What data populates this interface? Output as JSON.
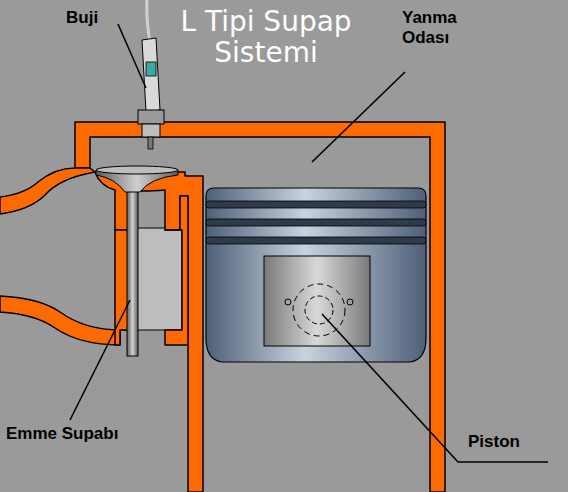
{
  "diagram": {
    "title": "L Tipi Supap Sistemi",
    "labels": [
      "Buji",
      "Yanma Odası",
      "Emme Supabı",
      "Piston"
    ]
  }
}
